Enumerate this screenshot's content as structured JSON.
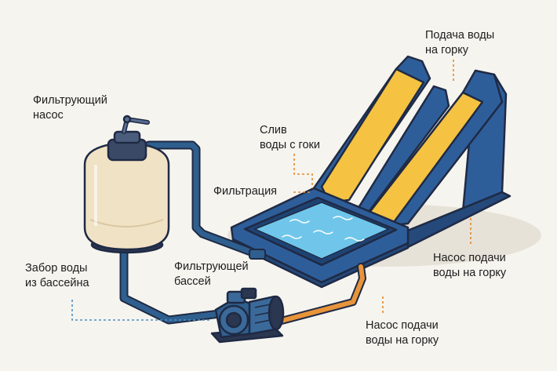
{
  "labels": {
    "filter_pump": "Фильтрующий\nнасос",
    "slide_water_supply": "Подача воды\nна горку",
    "slide_drain": "Слив\nводы с гоки",
    "filtration": "Фильтрация",
    "pool_intake": "Забор воды\nиз бассейна",
    "filter_pool": "Фильтрующей\nбассей",
    "slide_pump_right": "Насос подачи\nводы на горку",
    "slide_pump_bottom": "Насос подачи\nводы на горку"
  },
  "colors": {
    "outline": "#1f2a44",
    "pipe_blue": "#2f5f8e",
    "pipe_orange": "#e8943a",
    "slide_yellow": "#f5c242",
    "slide_blue": "#2e5e9a",
    "water": "#6fc6ea",
    "tank": "#f0e2c4",
    "pump_body": "#3b6a9a",
    "leader_orange": "#e28a2a",
    "leader_blue": "#4a90c8"
  }
}
